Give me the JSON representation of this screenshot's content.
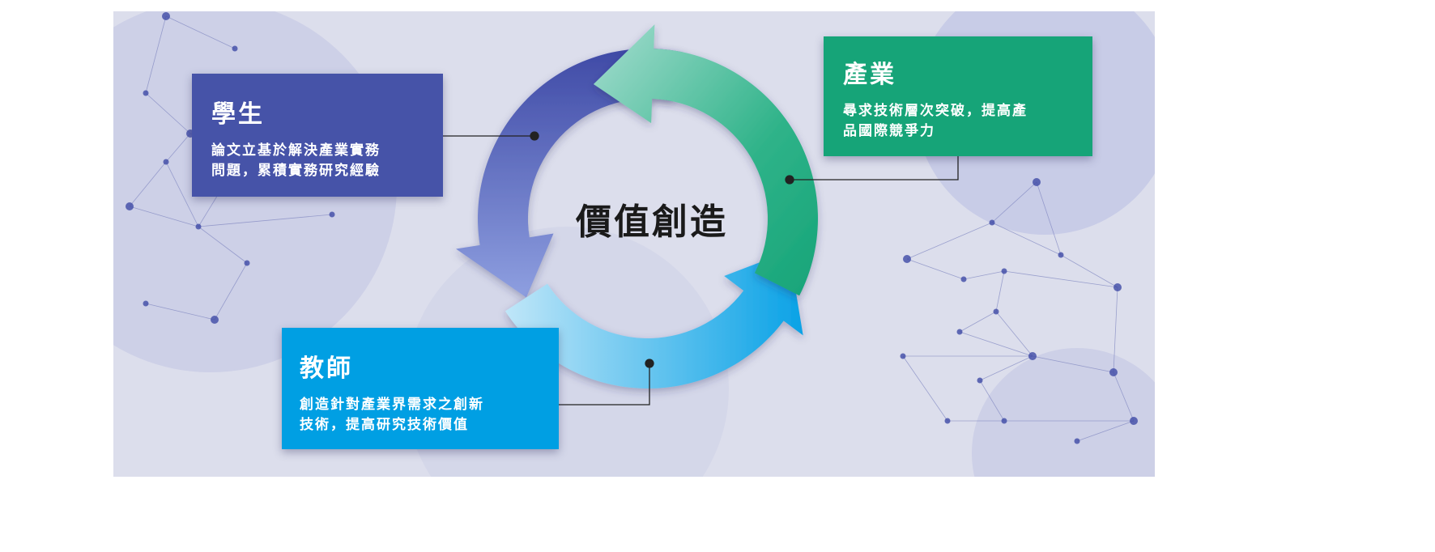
{
  "center_title": "價值創造",
  "nodes": {
    "student": {
      "title": "學生",
      "line1": "論文立基於解決產業實務",
      "line2": "問題，累積實務研究經驗",
      "color": "#4653a8"
    },
    "industry": {
      "title": "產業",
      "line1": "尋求技術層次突破，提高產",
      "line2": "品國際競爭力",
      "color": "#16a478"
    },
    "teacher": {
      "title": "教師",
      "line1": "創造針對產業界需求之創新",
      "line2": "技術，提高研究技術價值",
      "color": "#009fe3"
    }
  }
}
